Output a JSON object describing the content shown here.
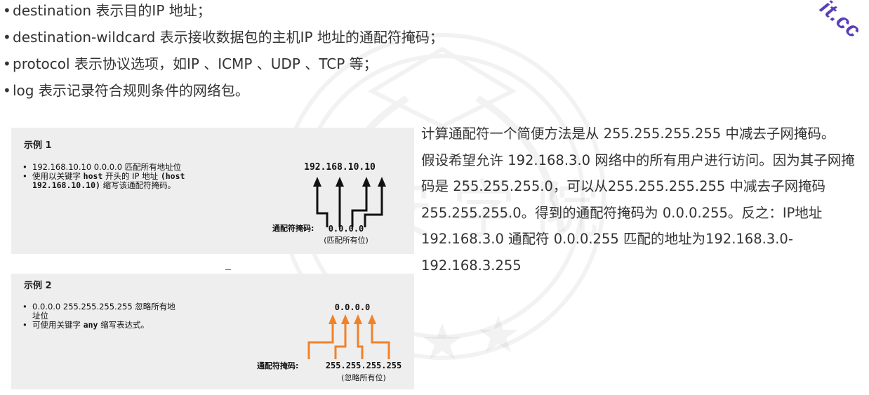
{
  "corner_watermark": "it.cc",
  "watermark_text": "全 安 学 院",
  "bullets": [
    "destination 表示目的IP 地址；",
    "destination-wildcard 表示接收数据包的主机IP 地址的通配符掩码；",
    "protocol 表示协议选项，如IP 、ICMP 、UDP 、TCP 等；",
    "log 表示记录符合规则条件的网络包。"
  ],
  "example1": {
    "title": "示例 1",
    "item1": "192.168.10.10 0.0.0.0 匹配所有地址位",
    "item2_prefix": "使用以关键字 ",
    "item2_keyword": "host",
    "item2_mid": " 开头的 IP 地址 ",
    "item2_code": "(host 192.168.10.10)",
    "item2_suffix": " 缩写该通配符掩码。",
    "diagram_ip": "192.168.10.10",
    "mask_label": "通配符掩码:",
    "mask_value": "0.0.0.0",
    "mask_note": "(匹配所有位)",
    "arrow_color": "#111111"
  },
  "example2": {
    "title": "示例 2",
    "item1": "0.0.0.0 255.255.255.255 忽略所有地址位",
    "item2_prefix": "可使用关键字 ",
    "item2_keyword": "any",
    "item2_suffix": " 缩写表达式。",
    "diagram_ip": "0.0.0.0",
    "mask_label": "通配符掩码:",
    "mask_value": "255.255.255.255",
    "mask_note": "(忽略所有位)",
    "arrow_color": "#f0822a"
  },
  "right_paragraphs": [
    "计算通配符一个简便方法是从 255.255.255.255 中减去子网掩码。",
    "假设希望允许 192.168.3.0 网络中的所有用户进行访问。因为其子网掩码是 255.255.255.0，可以从255.255.255.255 中减去子网掩码 255.255.255.0。得到的通配符掩码为 0.0.0.255。反之：IP地址192.168.3.0 通配符 0.0.0.255 匹配的地址为192.168.3.0-192.168.3.255"
  ]
}
